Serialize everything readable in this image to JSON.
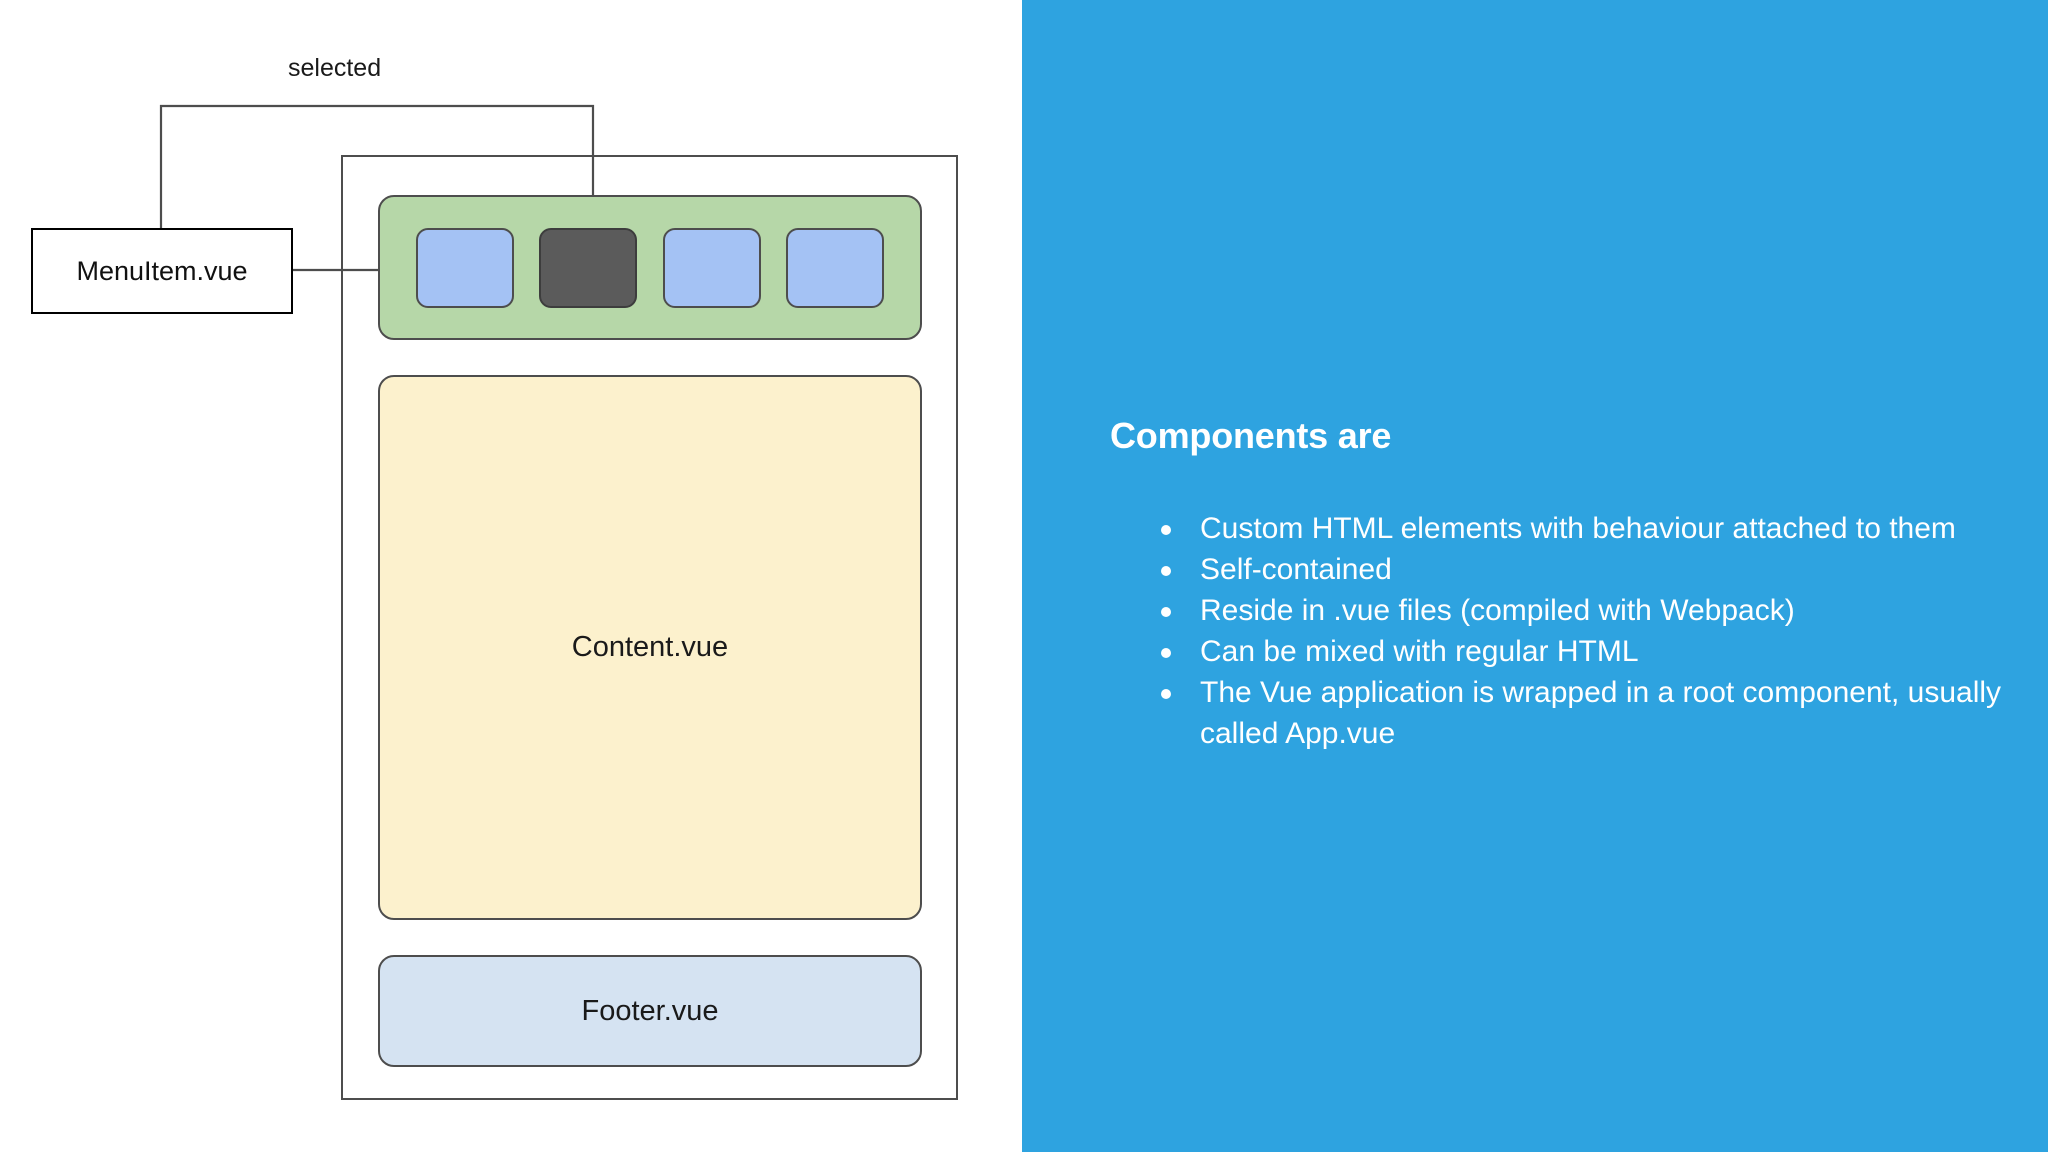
{
  "diagram": {
    "edge_label_selected": "selected",
    "callout": {
      "label": "MenuItem.vue"
    },
    "app_frame": {
      "name": "application-frame"
    },
    "menu_bar": {
      "items": [
        {
          "id": "menu-item-1",
          "state": "default"
        },
        {
          "id": "menu-item-2",
          "state": "selected"
        },
        {
          "id": "menu-item-3",
          "state": "default"
        },
        {
          "id": "menu-item-4",
          "state": "default"
        }
      ]
    },
    "content_box": {
      "label": "Content.vue"
    },
    "footer_box": {
      "label": "Footer.vue"
    },
    "colors": {
      "menu_bar_fill": "#b6d7a8",
      "menu_item_fill": "#a4c2f4",
      "menu_item_selected_fill": "#5b5b5b",
      "content_fill": "#fcf1cd",
      "footer_fill": "#d5e3f2",
      "stroke": "#4d4d4d",
      "callout_stroke": "#000000"
    }
  },
  "slide": {
    "title": "Components are",
    "bullets": [
      "Custom HTML elements with behaviour attached to them",
      "Self-contained",
      "Reside in .vue files (compiled with Webpack)",
      "Can be mixed with regular HTML",
      "The Vue application is wrapped in a root component, usually called App.vue"
    ],
    "background_color": "#2ea3e0",
    "text_color": "#ffffff"
  }
}
